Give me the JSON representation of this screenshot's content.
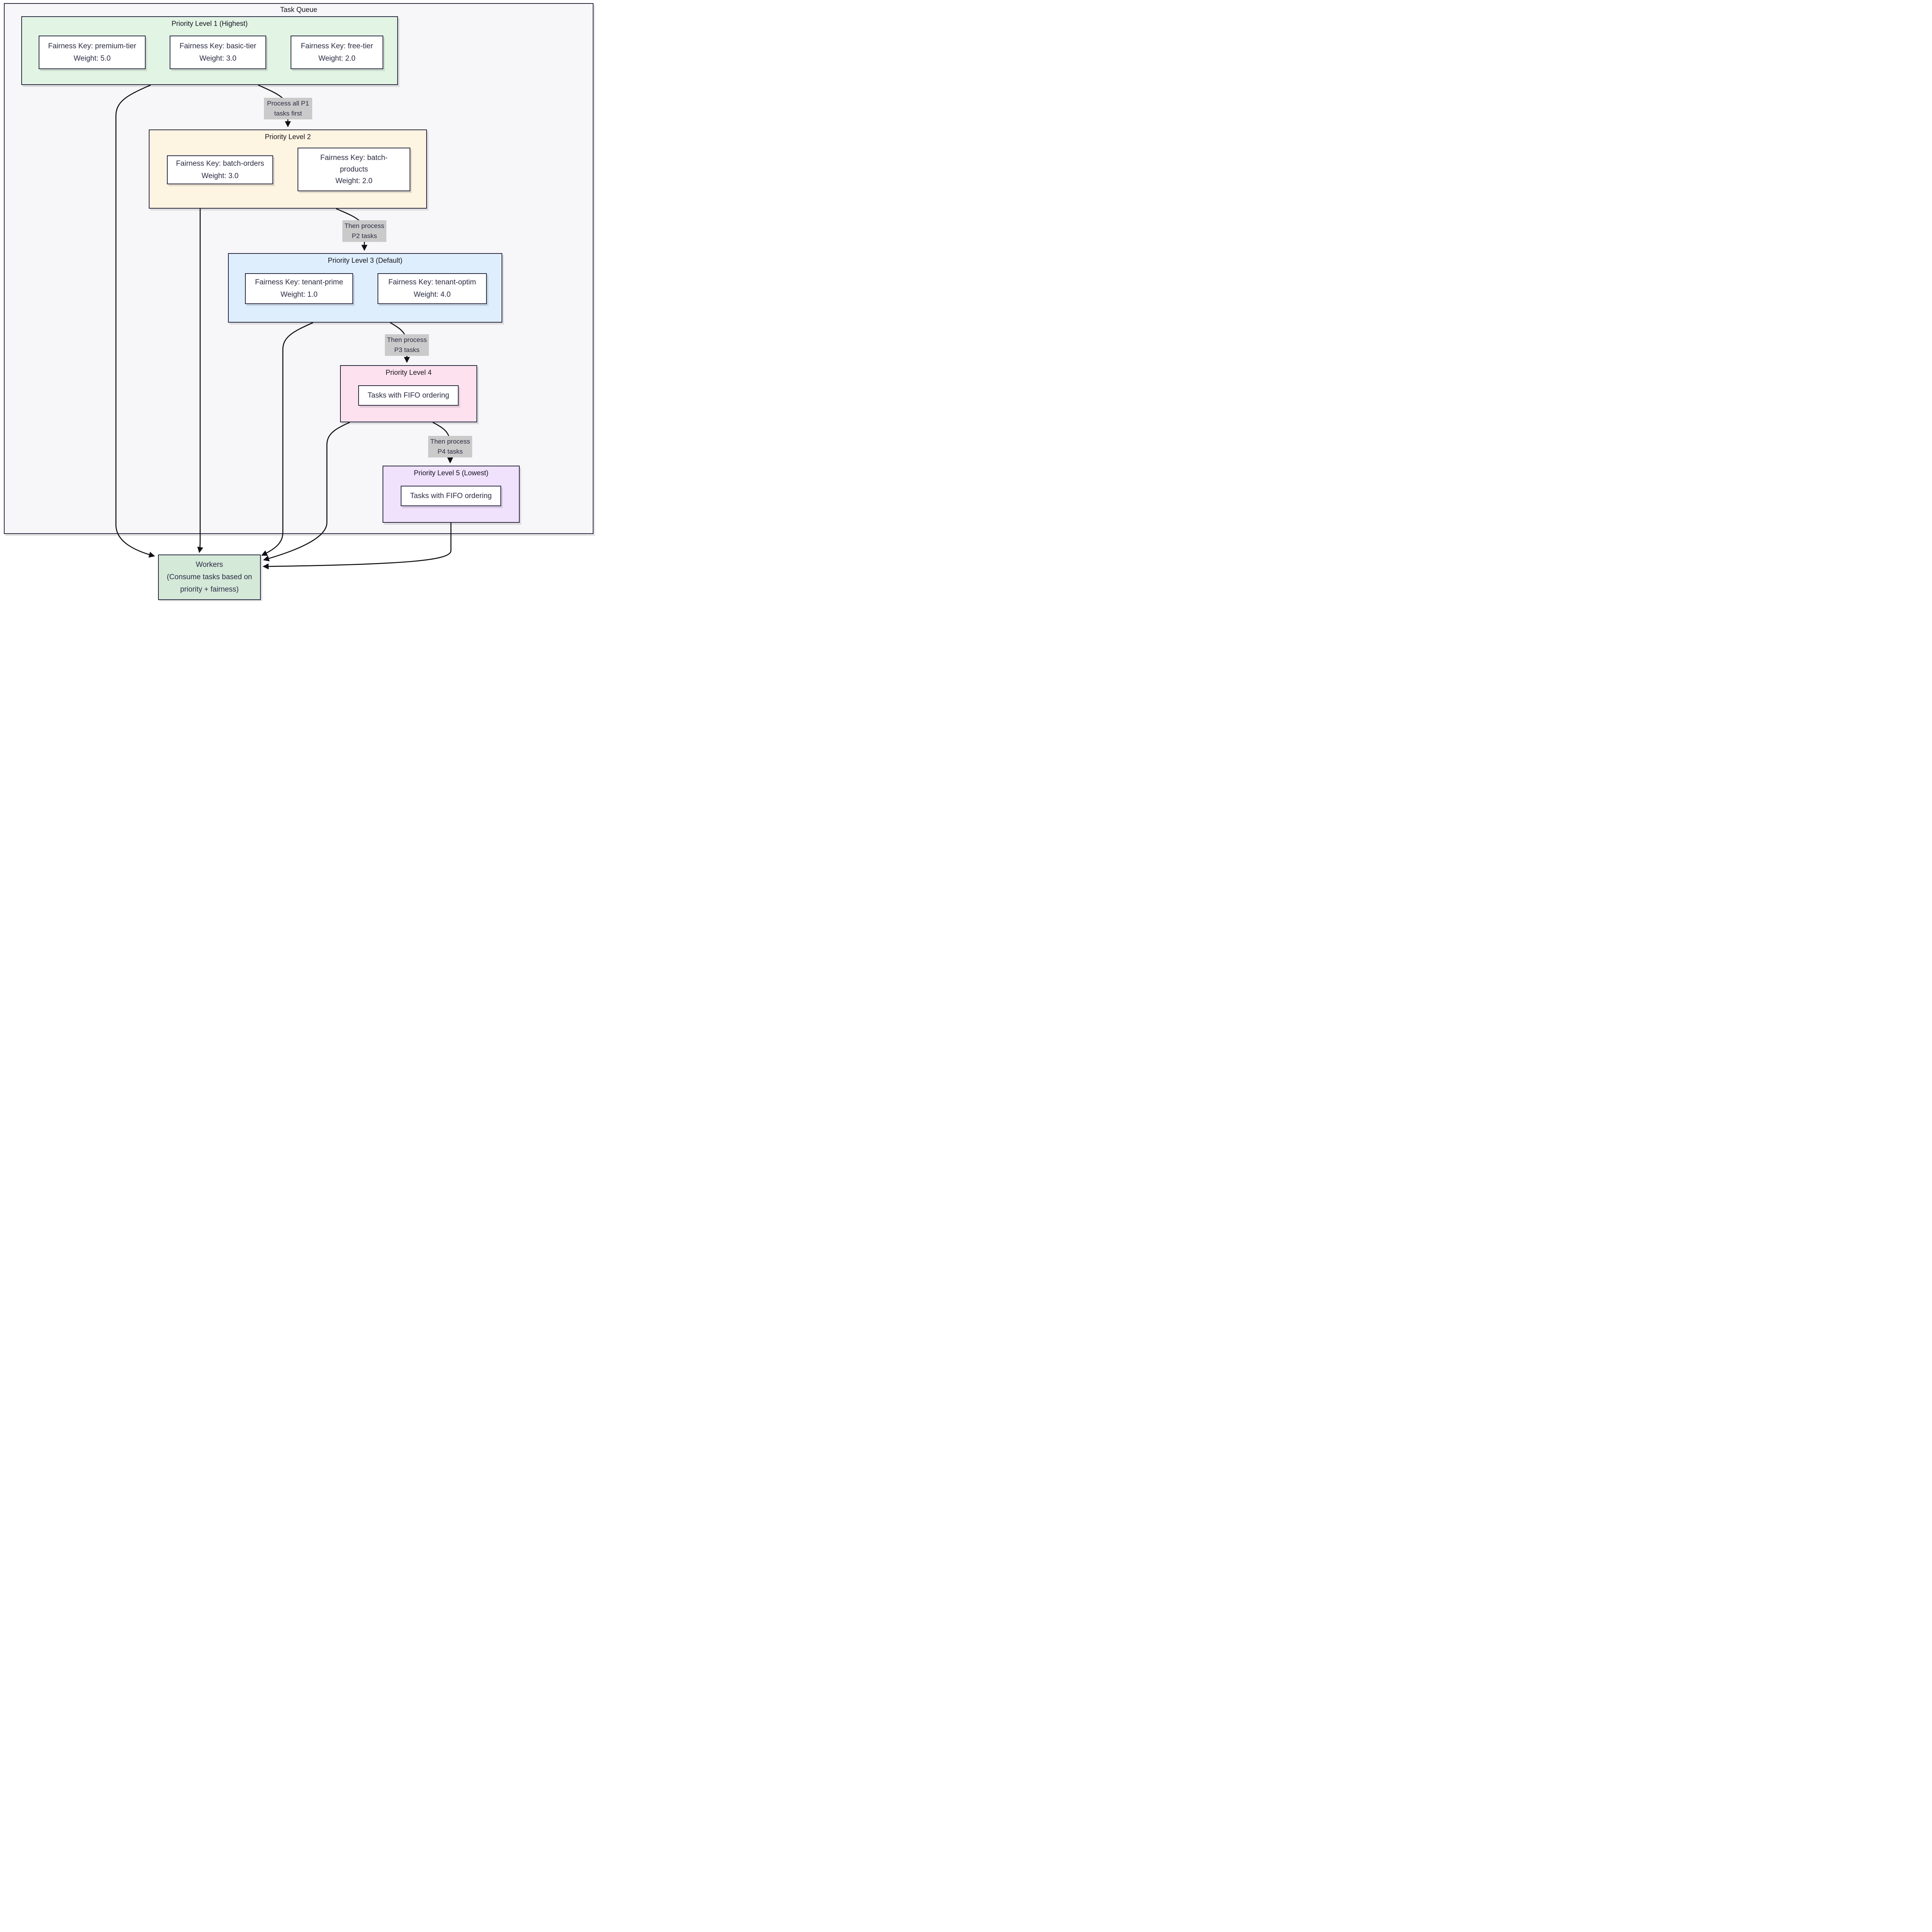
{
  "diagram": {
    "title": "Task Queue",
    "levels": [
      {
        "title": "Priority Level 1 (Highest)",
        "nodes": [
          {
            "lines": [
              "Fairness Key: premium-tier",
              "Weight: 5.0"
            ]
          },
          {
            "lines": [
              "Fairness Key: basic-tier",
              "Weight: 3.0"
            ]
          },
          {
            "lines": [
              "Fairness Key: free-tier",
              "Weight: 2.0"
            ]
          }
        ]
      },
      {
        "title": "Priority Level 2",
        "nodes": [
          {
            "lines": [
              "Fairness Key: batch-orders",
              "Weight: 3.0"
            ]
          },
          {
            "lines": [
              "Fairness Key: batch-",
              "products",
              "Weight: 2.0"
            ]
          }
        ]
      },
      {
        "title": "Priority Level 3 (Default)",
        "nodes": [
          {
            "lines": [
              "Fairness Key: tenant-prime",
              "Weight: 1.0"
            ]
          },
          {
            "lines": [
              "Fairness Key: tenant-optim",
              "Weight: 4.0"
            ]
          }
        ]
      },
      {
        "title": "Priority Level 4",
        "nodes": [
          {
            "lines": [
              "Tasks with FIFO ordering"
            ]
          }
        ]
      },
      {
        "title": "Priority Level 5 (Lowest)",
        "nodes": [
          {
            "lines": [
              "Tasks with FIFO ordering"
            ]
          }
        ]
      }
    ],
    "edge_labels": [
      {
        "lines": [
          "Process all P1",
          "tasks first"
        ]
      },
      {
        "lines": [
          "Then process",
          "P2 tasks"
        ]
      },
      {
        "lines": [
          "Then process",
          "P3 tasks"
        ]
      },
      {
        "lines": [
          "Then process",
          "P4 tasks"
        ]
      }
    ],
    "workers": {
      "lines": [
        "Workers",
        "(Consume tasks based on",
        "priority + fairness)"
      ]
    },
    "colors": {
      "p1": "#e2f4e4",
      "p2": "#fef4e2",
      "p3": "#dfeefc",
      "p4": "#fde1ee",
      "p5": "#f0e1fc",
      "workers": "#d4e9d8",
      "container": "#f7f7f9",
      "border": "#2a2a42",
      "edge": "#0f0f14",
      "label_bg": "#cacaca",
      "text": "#2b2b44"
    }
  }
}
